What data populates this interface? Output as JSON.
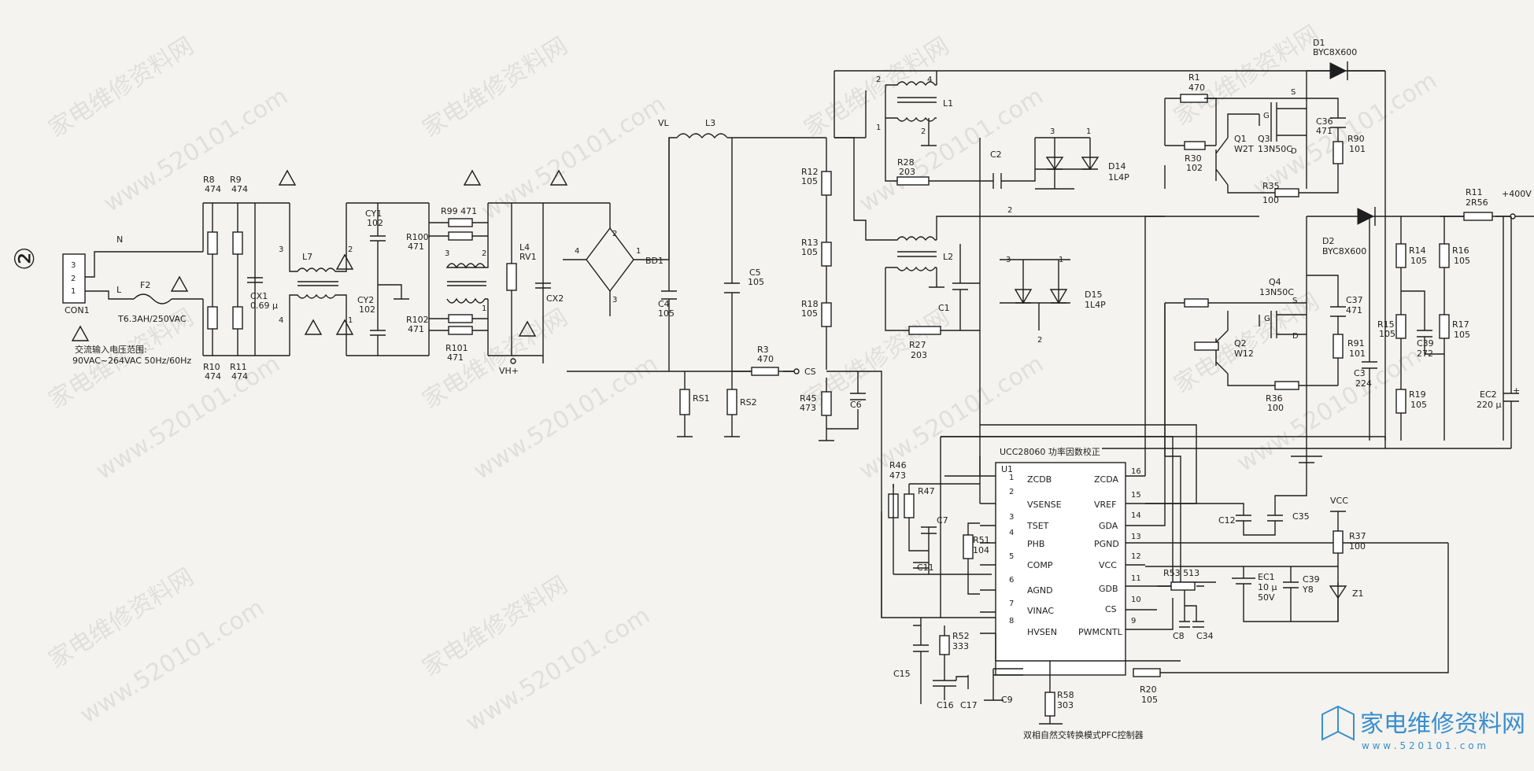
{
  "page_number": "②",
  "input": {
    "con": "CON1",
    "pins": [
      "3",
      "2",
      "1"
    ],
    "n": "N",
    "l": "L",
    "fuse": "F2",
    "fuse_value": "T6.3AH/250VAC",
    "range_title": "交流输入电压范围:",
    "range_value": "90VAC~264VAC 50Hz/60Hz"
  },
  "filter": {
    "r8": "R8",
    "r8v": "474",
    "r9": "R9",
    "r9v": "474",
    "r10": "R10",
    "r10v": "474",
    "r11": "R11",
    "r11v": "474",
    "cx1": "CX1",
    "cx1v": "0.69 μ",
    "l7": "L7",
    "cy1": "CY1",
    "cy1v": "102",
    "cy2": "CY2",
    "cy2v": "102",
    "r99": "R99 471",
    "r100": "R100",
    "r100v": "471",
    "r102": "R102",
    "r102v": "471",
    "r101": "R101",
    "r101v": "471",
    "l4": "L4",
    "rv1": "RV1",
    "cx2": "CX2",
    "bd1": "BD1",
    "vh": "VH+"
  },
  "pfc": {
    "vl": "VL",
    "l3": "L3",
    "c4": "C4",
    "c4v": "105",
    "c5": "C5",
    "c5v": "105",
    "rs1": "RS1",
    "rs2": "RS2",
    "r3": "R3",
    "r3v": "470",
    "cs": "CS",
    "r12": "R12",
    "r12v": "105",
    "r13": "R13",
    "r13v": "105",
    "r18": "R18",
    "r18v": "105",
    "r45": "R45",
    "r45v": "473",
    "c6": "C6"
  },
  "phases": {
    "l1": "L1",
    "l2": "L2",
    "r28": "R28",
    "r28v": "203",
    "r27": "R27",
    "r27v": "203",
    "c2": "C2",
    "c1": "C1",
    "d14": "D14",
    "d14v": "1L4P",
    "d15": "D15",
    "d15v": "1L4P",
    "d1": "D1",
    "d1v": "BYC8X600",
    "d2": "D2",
    "d2v": "BYC8X600",
    "r1": "R1",
    "r1v": "470",
    "q1": "Q1",
    "q1v": "W2T",
    "r30": "R30",
    "r30v": "102",
    "q3": "Q3",
    "q3v": "13N50C",
    "c36": "C36",
    "c36v": "471",
    "r90": "R90",
    "r90v": "101",
    "r35": "R35",
    "r35v": "100",
    "q4": "Q4",
    "q4v": "13N50C",
    "q2": "Q2",
    "q2v": "W12",
    "c37": "C37",
    "c37v": "471",
    "r91": "R91",
    "r91v": "101",
    "r36": "R36",
    "r36v": "100"
  },
  "output": {
    "r11b": "R11",
    "r11bv": "2R56",
    "vout": "+400V",
    "r14": "R14",
    "r14v": "105",
    "r16": "R16",
    "r16v": "105",
    "r15": "R15",
    "r15v": "105",
    "r17": "R17",
    "r17v": "105",
    "c39": "C39",
    "c39v": "272",
    "c3": "C3",
    "c3v": "224",
    "r19": "R19",
    "r19v": "105",
    "ec2": "EC2",
    "ec2v": "220 μ"
  },
  "controller": {
    "title": "UCC28060 功率因数校正",
    "u1": "U1",
    "left_pins": [
      {
        "n": "1",
        "name": "ZCDB"
      },
      {
        "n": "2",
        "name": "VSENSE"
      },
      {
        "n": "3",
        "name": "TSET"
      },
      {
        "n": "4",
        "name": "PHB"
      },
      {
        "n": "5",
        "name": "COMP"
      },
      {
        "n": "6",
        "name": "AGND"
      },
      {
        "n": "7",
        "name": "VINAC"
      },
      {
        "n": "8",
        "name": "HVSEN"
      }
    ],
    "right_pins": [
      {
        "n": "16",
        "name": "ZCDA"
      },
      {
        "n": "15",
        "name": "VREF"
      },
      {
        "n": "14",
        "name": "GDA"
      },
      {
        "n": "13",
        "name": "PGND"
      },
      {
        "n": "12",
        "name": "VCC"
      },
      {
        "n": "11",
        "name": "GDB"
      },
      {
        "n": "10",
        "name": "CS"
      },
      {
        "n": "9",
        "name": "PWMCNTL"
      }
    ],
    "caption": "双相自然交转换模式PFC控制器"
  },
  "aux": {
    "r46": "R46",
    "r46v": "473",
    "r47": "R47",
    "c7": "C7",
    "c11": "C11",
    "r51": "R51",
    "r51v": "104",
    "c15": "C15",
    "c16": "C16",
    "c17": "C17",
    "r52": "R52",
    "r52v": "333",
    "c9": "C9",
    "r58": "R58",
    "r58v": "303",
    "r20": "R20",
    "r20v": "105",
    "c12": "C12",
    "c35": "C35",
    "vcc": "VCC",
    "r37": "R37",
    "r37v": "100",
    "ec1": "EC1",
    "ec1v": "10 μ",
    "ec1v2": "50V",
    "c39b": "C39",
    "c39bv": "Y8",
    "z1": "Z1",
    "r53": "R53 513",
    "c8": "C8",
    "c34": "C34"
  },
  "watermark": {
    "cn": "家电维修资料网",
    "url": "www.520101.com"
  },
  "logo": {
    "text": "家电维修资料网",
    "url": "w w w . 5 2 0 1 0 1 . c o m"
  }
}
